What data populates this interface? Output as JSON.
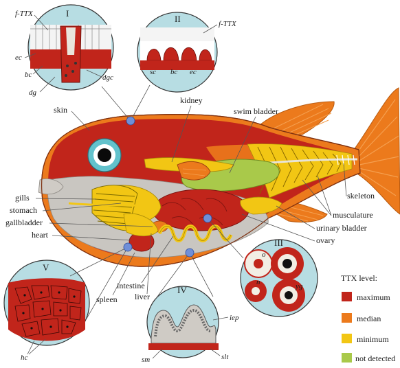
{
  "organs": {
    "skin": "skin",
    "kidney": "kidney",
    "swim_bladder": "swim bladder",
    "skeleton": "skeleton",
    "musculature": "musculature",
    "urinary_bladder": "urinary bladder",
    "ovary": "ovary",
    "gills": "gills",
    "stomach": "stomach",
    "gallbladder": "gallbladder",
    "heart": "heart",
    "intestine": "intestine",
    "liver": "liver",
    "spleen": "spleen"
  },
  "insets": {
    "I": {
      "numeral": "I",
      "labels": {
        "fttx": "f-TTX",
        "ec": "ec",
        "bc": "bc",
        "dg": "dg",
        "dgc": "dgc"
      }
    },
    "II": {
      "numeral": "II",
      "labels": {
        "fttx": "f-TTX",
        "sc": "sc",
        "bc": "bc",
        "ec": "ec"
      }
    },
    "III": {
      "numeral": "III",
      "labels": {
        "o": "o",
        "yg": "yg",
        "n": "n"
      }
    },
    "IV": {
      "numeral": "IV",
      "labels": {
        "iep": "iep",
        "sm": "sm",
        "slt": "slt"
      }
    },
    "V": {
      "numeral": "V",
      "labels": {
        "hc": "hc"
      }
    }
  },
  "legend": {
    "title": "TTX level:",
    "items": [
      {
        "label": "maximum",
        "color": "#c1251b"
      },
      {
        "label": "median",
        "color": "#ec7a1c"
      },
      {
        "label": "minimum",
        "color": "#f2c614"
      },
      {
        "label": "not detected",
        "color": "#a9c94a"
      }
    ]
  },
  "colors": {
    "maximum": "#c1251b",
    "median": "#ec7a1c",
    "minimum": "#f2c614",
    "not_detected": "#a9c94a",
    "inset_bg": "#b7dde3",
    "marker": "#6f8fd8"
  }
}
